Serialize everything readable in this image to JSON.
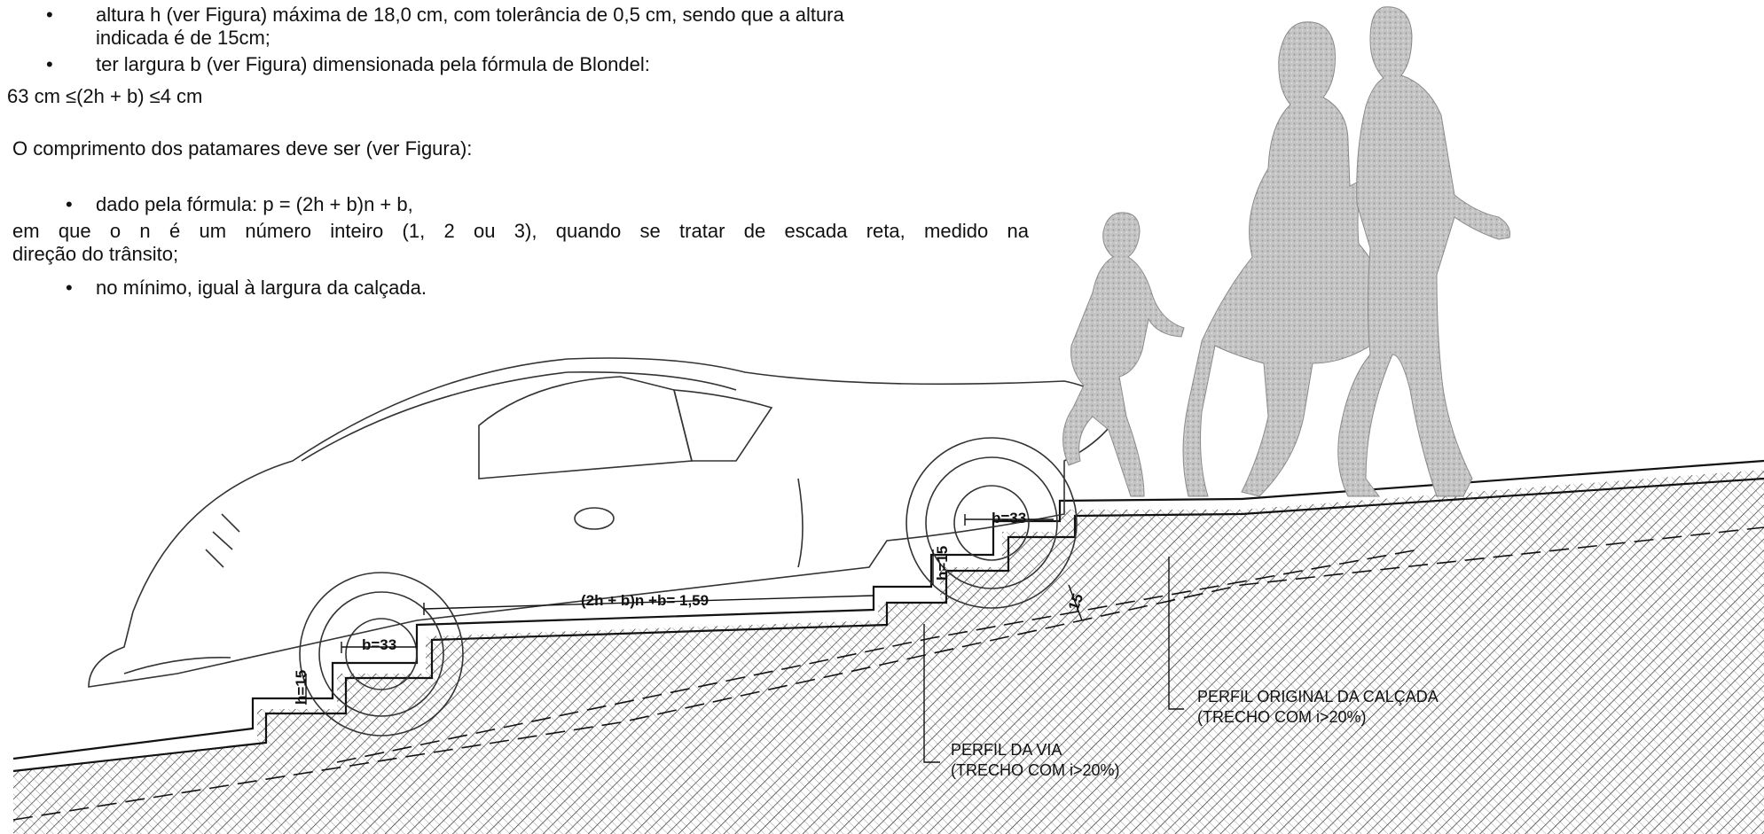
{
  "text": {
    "bullet": "•",
    "line1a": "altura h (ver Figura) máxima de 18,0 cm, com tolerância de 0,5 cm, sendo que a altura",
    "line1b": "indicada é de 15cm;",
    "line2": "ter largura b (ver Figura) dimensionada pela fórmula de Blondel:",
    "line3": "63 cm ≤(2h + b) ≤4 cm",
    "line4": "O comprimento dos patamares deve ser (ver Figura):",
    "line5": "dado pela fórmula: p = (2h + b)n + b,",
    "line6a": "em que o n é um número inteiro (1, 2 ou 3), quando se tratar de escada reta, medido na",
    "line6b": "direção do trânsito;",
    "line7": "no mínimo, igual à largura da calçada."
  },
  "figure": {
    "label_b_upper": "b=33",
    "label_b_lower": "b=33",
    "label_h_left": "h=15",
    "label_h_mid": "h=15",
    "label_h_slope": "15",
    "label_formula": "(2h + b)n +b= 1,59",
    "callout_calcada_1": "PERFIL ORIGINAL DA CALÇADA",
    "callout_calcada_2": "(TRECHO COM i>20%)",
    "callout_via_1": "PERFIL DA VIA",
    "callout_via_2": "(TRECHO COM i>20%)"
  },
  "colors": {
    "line": "#111111",
    "silhouette": "#b8b8b8"
  }
}
